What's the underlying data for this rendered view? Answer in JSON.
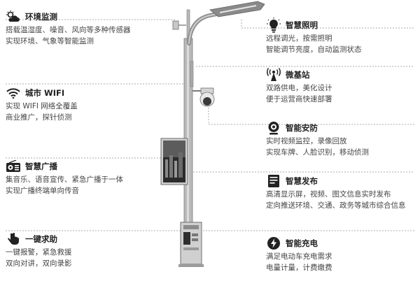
{
  "features": {
    "left": [
      {
        "id": "env",
        "title": "环境监测",
        "icon": "cloud-sun-icon",
        "lines": [
          "搭载温湿度、噪音、风向等多种传感器",
          "实现环境、气象等智能监测"
        ]
      },
      {
        "id": "wifi",
        "title": "城市 WIFI",
        "icon": "wifi-icon",
        "lines": [
          "实现 WIFI 网络全覆盖",
          "商业推广，探针侦测"
        ]
      },
      {
        "id": "broadcast",
        "title": "智慧广播",
        "icon": "radio-icon",
        "lines": [
          "集音乐、语音宣传、紧急广播于一体",
          "实现广播终端单向传音"
        ]
      },
      {
        "id": "sos",
        "title": "一键求助",
        "icon": "hand-press-icon",
        "lines": [
          "一键报警，紧急救援",
          "双向对讲，双向录影"
        ]
      }
    ],
    "right": [
      {
        "id": "lighting",
        "title": "智慧照明",
        "icon": "lightbulb-icon",
        "lines": [
          "远程调光，按需照明",
          "智能调节亮度，自动监测状态"
        ]
      },
      {
        "id": "basestation",
        "title": "微基站",
        "icon": "antenna-icon",
        "lines": [
          "双路供电，美化设计",
          "便于运营商快速部署"
        ]
      },
      {
        "id": "security",
        "title": "智能安防",
        "icon": "camera-icon",
        "lines": [
          "实时视频监控，录像回放",
          "实现车牌、人脸识别，移动侦测"
        ]
      },
      {
        "id": "publish",
        "title": "智慧发布",
        "icon": "display-icon",
        "lines": [
          "高清显示屏，视频、图文信息实时发布",
          "定向推送环境、交通、政务等城市综合信息"
        ]
      },
      {
        "id": "charging",
        "title": "智能充电",
        "icon": "charger-icon",
        "lines": [
          "满足电动车充电需求",
          "电量计量，计费缴费"
        ]
      }
    ]
  },
  "colors": {
    "pole": "#9a9a9a",
    "pole_dark": "#6e6e6e",
    "dash": "#9a9a9a",
    "icon": "#222222"
  }
}
